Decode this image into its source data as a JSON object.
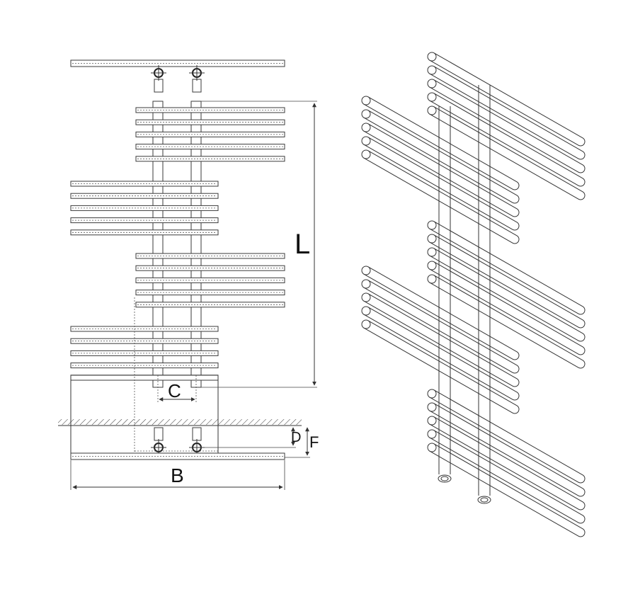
{
  "dimensions": {
    "L": "L",
    "C": "C",
    "B": "B",
    "D": "D",
    "F": "F"
  },
  "colors": {
    "line": "#333333",
    "background": "#ffffff"
  }
}
